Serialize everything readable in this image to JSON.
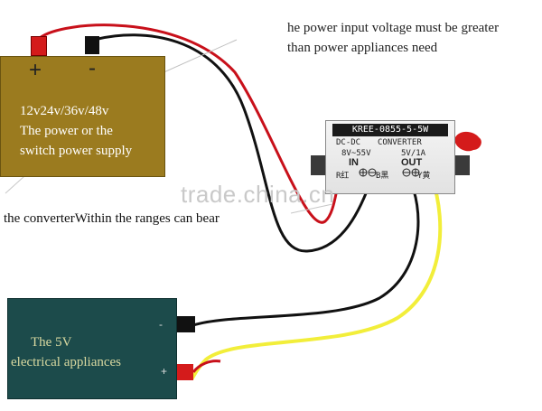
{
  "notes": {
    "top_line1": "he power input voltage must be greater",
    "top_line2": "than power appliances need",
    "middle": "the converterWithin the ranges can bear"
  },
  "watermark": "trade.china.cn",
  "power_supply": {
    "line1": "12v24v/36v/48v",
    "line2": "The power or the",
    "line3": "switch power supply",
    "plus": "+",
    "minus": "-",
    "color": "#9b7b1f"
  },
  "converter": {
    "title": "KREE-0855-5-5W",
    "subtitle_left": "DC-DC",
    "subtitle_right": "CONVERTER",
    "in_range": "8V~55V",
    "in_label": "IN",
    "out_range": "5V/1A",
    "out_label": "OUT",
    "wire_left": "R红",
    "wire_mid": "B黑",
    "wire_right": "Y黄"
  },
  "appliance": {
    "line1": "The 5V",
    "line2": "electrical appliances",
    "minus": "-",
    "plus": "+",
    "color": "#1c4b4b"
  },
  "wires": {
    "red": "#c8101a",
    "black": "#111111",
    "yellow": "#f2ee3a"
  }
}
